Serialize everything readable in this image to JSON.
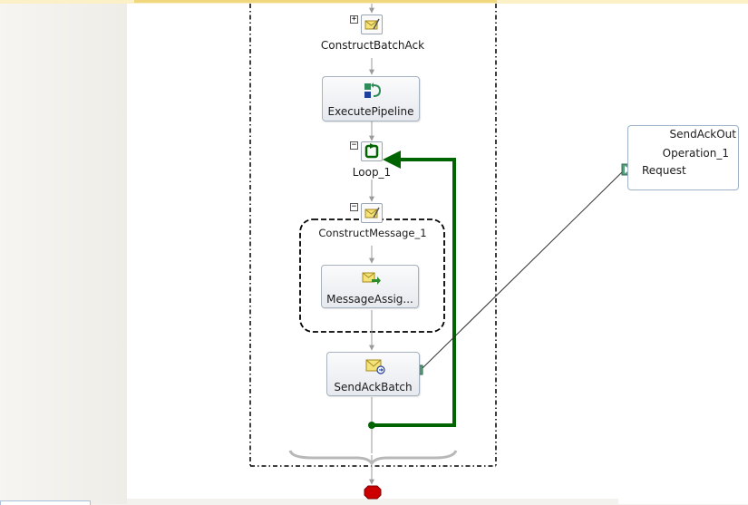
{
  "orchestration": {
    "shapes": {
      "construct_batch_ack": "ConstructBatchAck",
      "execute_pipeline": "ExecutePipeline",
      "loop": "Loop_1",
      "construct_message": "ConstructMessage_1",
      "message_assign": "MessageAssig...",
      "send_ack_batch": "SendAckBatch"
    }
  },
  "port": {
    "name": "SendAckOut",
    "operation": "Operation_1",
    "message": "Request"
  },
  "colors": {
    "loop_arrow": "#006400",
    "port_connector": "#2e8b57",
    "end_shape": "#cc0000"
  }
}
